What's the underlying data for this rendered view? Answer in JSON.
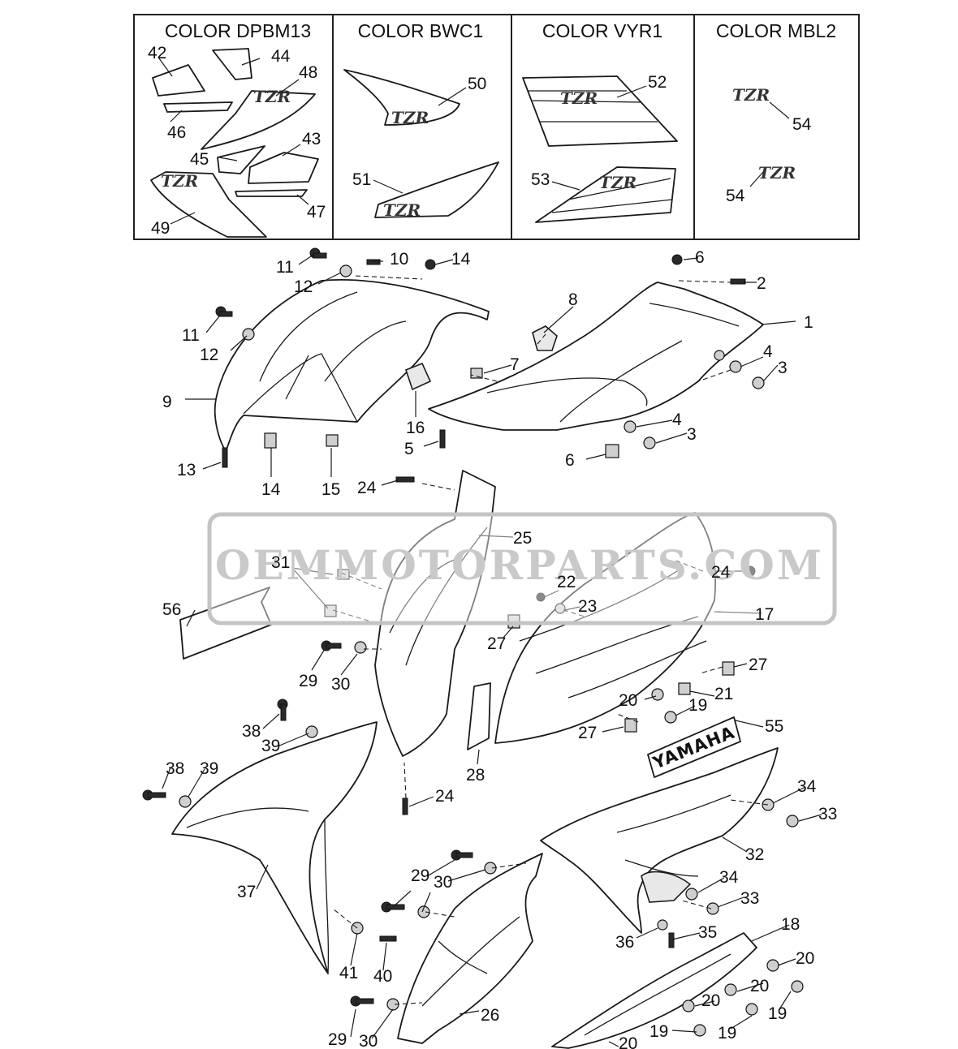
{
  "color_headers": [
    {
      "id": "dpbm13",
      "label": "COLOR DPBM13"
    },
    {
      "id": "bwc1",
      "label": "COLOR BWC1"
    },
    {
      "id": "vyr1",
      "label": "COLOR VYR1"
    },
    {
      "id": "mbl2",
      "label": "COLOR MBL2"
    }
  ],
  "watermark": "OEMMOTORPARTS.COM",
  "brand_decal": "YAMAHA",
  "logo_script": "TZR",
  "callouts": {
    "c42": "42",
    "c44": "44",
    "c48": "48",
    "c46": "46",
    "c45": "45",
    "c43": "43",
    "c47": "47",
    "c49": "49",
    "c50": "50",
    "c51": "51",
    "c52": "52",
    "c53": "53",
    "c54a": "54",
    "c54b": "54",
    "c11a": "11",
    "c12a": "12",
    "c10": "10",
    "c14a": "14",
    "c11b": "11",
    "c12b": "12",
    "c9": "9",
    "c13": "13",
    "c14b": "14",
    "c15": "15",
    "c16": "16",
    "c5": "5",
    "c6a": "6",
    "c2": "2",
    "c8": "8",
    "c1": "1",
    "c7": "7",
    "c4a": "4",
    "c3a": "3",
    "c4b": "4",
    "c3b": "3",
    "c6b": "6",
    "c24a": "24",
    "c25": "25",
    "c31": "31",
    "c56": "56",
    "c22": "22",
    "c23": "23",
    "c24b": "24",
    "c17": "17",
    "c27a": "27",
    "c27b": "27",
    "c29a": "29",
    "c30a": "30",
    "c21": "21",
    "c20a": "20",
    "c19a": "19",
    "c27c": "27",
    "c55": "55",
    "c28": "28",
    "c38a": "38",
    "c39a": "39",
    "c38b": "38",
    "c39b": "39",
    "c24c": "24",
    "c34a": "34",
    "c33a": "33",
    "c32": "32",
    "c37": "37",
    "c29b": "29",
    "c30b": "30",
    "c34b": "34",
    "c33b": "33",
    "c35": "35",
    "c36": "36",
    "c18": "18",
    "c41": "41",
    "c40": "40",
    "c20b": "20",
    "c20c": "20",
    "c19b": "19",
    "c26": "26",
    "c20d": "20",
    "c19c": "19",
    "c19d": "19",
    "c29c": "29",
    "c30c": "30",
    "c20e": "20"
  }
}
